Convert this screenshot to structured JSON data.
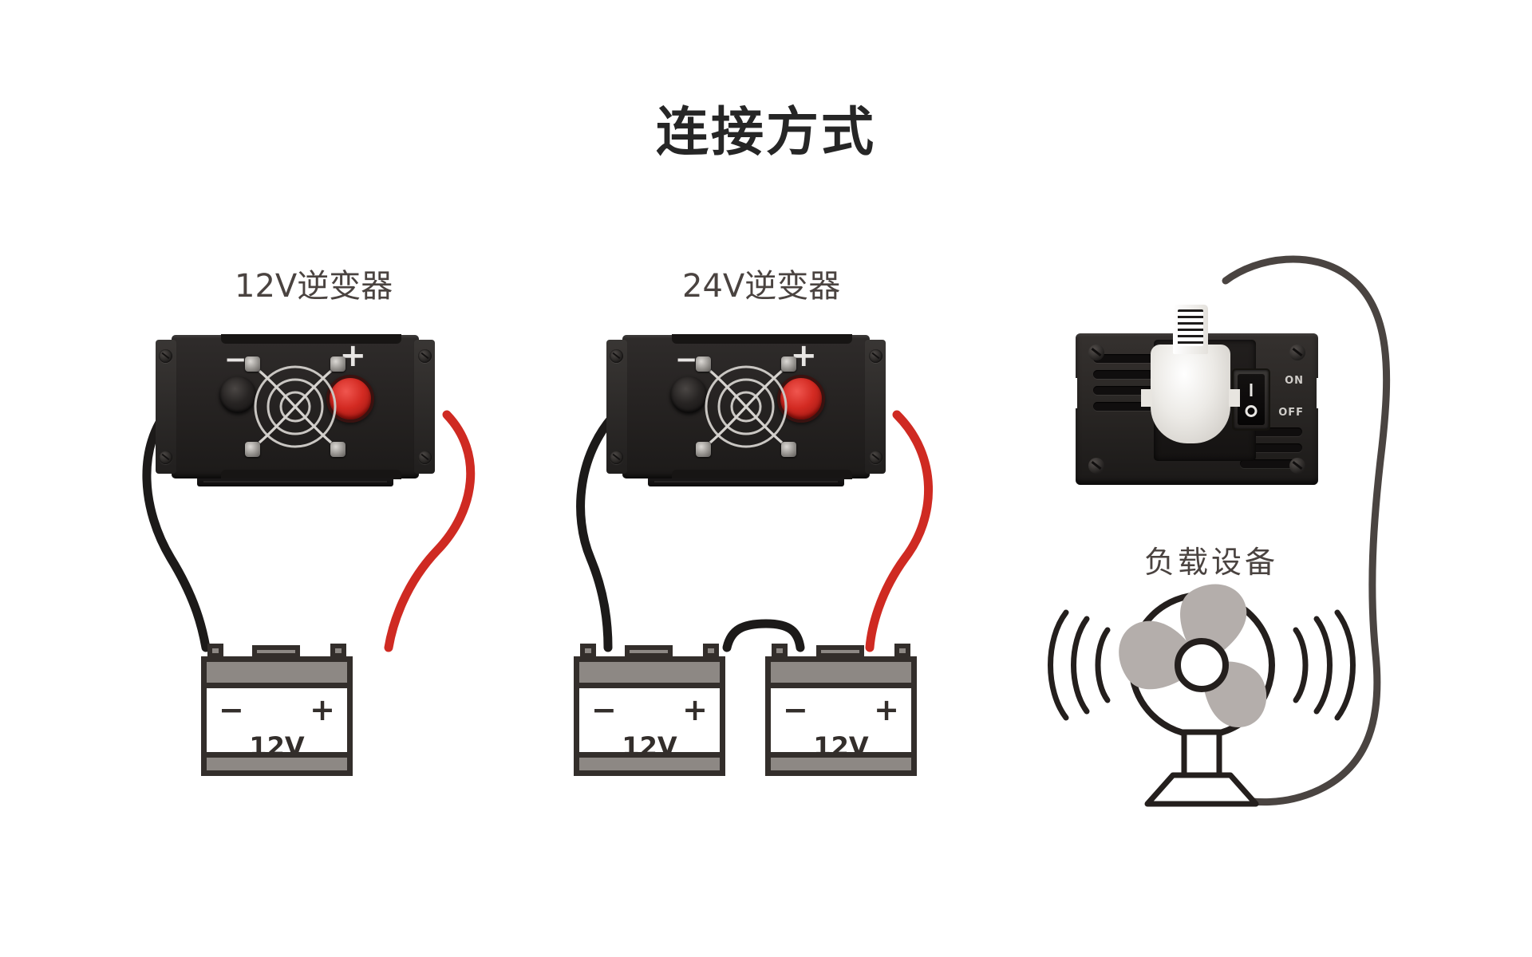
{
  "page": {
    "title": "连接方式",
    "background_color": "#ffffff",
    "text_color": "#262626"
  },
  "sections": [
    {
      "id": "inverter-12v",
      "caption": "12V逆变器",
      "inverter": {
        "negative_mark": "−",
        "positive_mark": "+",
        "negative_cable_color": "#1c1a19",
        "positive_cable_color": "#cf2a22"
      },
      "batteries": [
        {
          "label": "12V",
          "minus": "−",
          "plus": "+"
        }
      ]
    },
    {
      "id": "inverter-24v",
      "caption": "24V逆变器",
      "inverter": {
        "negative_mark": "−",
        "positive_mark": "+",
        "negative_cable_color": "#1c1a19",
        "positive_cable_color": "#cf2a22"
      },
      "batteries": [
        {
          "label": "12V",
          "minus": "−",
          "plus": "+"
        },
        {
          "label": "12V",
          "minus": "−",
          "plus": "+"
        }
      ],
      "jumper_cable_color": "#1c1a19"
    },
    {
      "id": "load-section",
      "caption": "负载设备",
      "front_inverter": {
        "switch_on_label": "ON",
        "switch_off_label": "OFF",
        "switch_on_symbol": "I",
        "switch_off_symbol": "O"
      },
      "load_device": {
        "type": "electric-fan",
        "blade_color": "#b4aeab",
        "outline_color": "#241f1d"
      },
      "power_cord_color": "#4a4441"
    }
  ],
  "colors": {
    "body_dark": "#2a2725",
    "battery_band": "#8d8884",
    "battery_outline": "#332e2b",
    "positive_red": "#cf2a22",
    "caption": "#4a4340"
  }
}
